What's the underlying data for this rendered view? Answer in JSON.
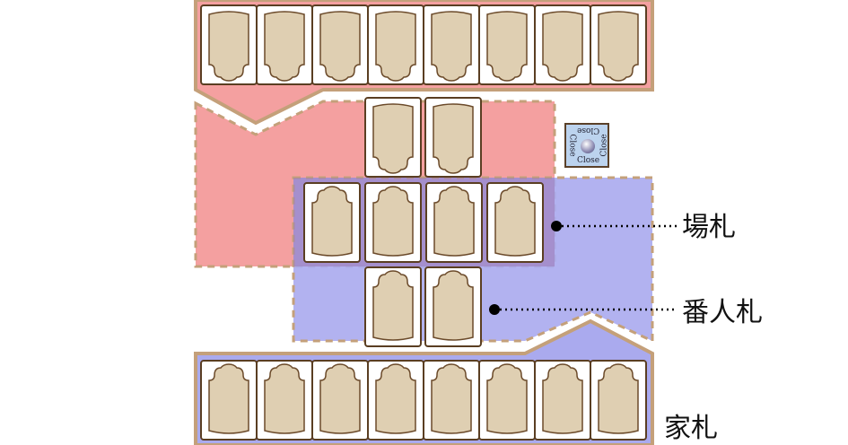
{
  "labels": {
    "field": "場札",
    "guard": "番人札",
    "house": "家札"
  },
  "close_button": {
    "text": "Close"
  },
  "counts": {
    "opponent_hand": 8,
    "opponent_captured": 2,
    "field": 4,
    "player_captured": 2,
    "player_hand": 8
  },
  "colors": {
    "opponent_zone": "#f4a0a0",
    "player_zone": "#aaaaee",
    "border": "#c4a07a",
    "card_back": "#dfcfb2",
    "card_outline": "#5a3e22"
  }
}
